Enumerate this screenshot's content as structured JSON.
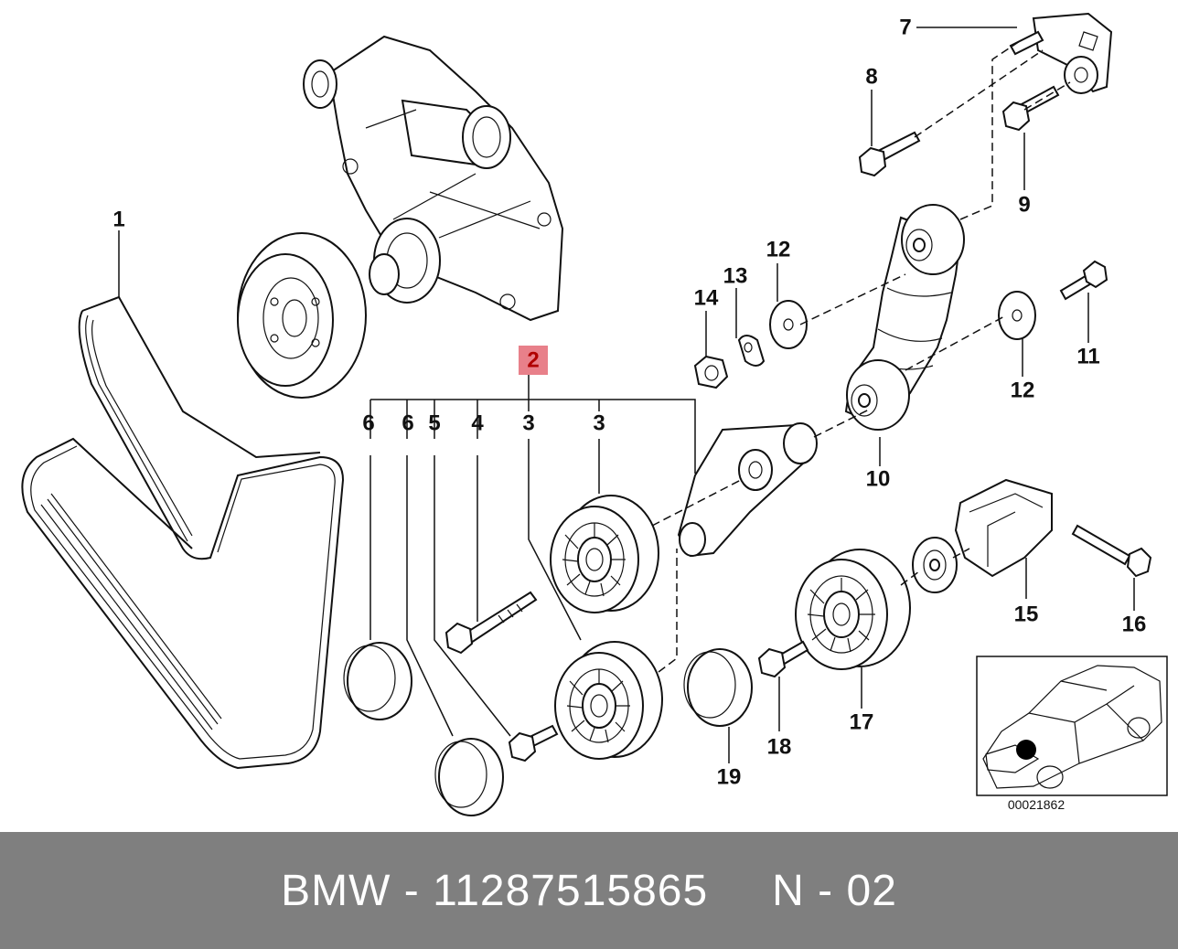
{
  "diagram": {
    "callouts": {
      "c1": "1",
      "c2": "2",
      "c3a": "3",
      "c3b": "3",
      "c4": "4",
      "c5": "5",
      "c6a": "6",
      "c6b": "6",
      "c7": "7",
      "c8": "8",
      "c9": "9",
      "c10": "10",
      "c11": "11",
      "c12a": "12",
      "c12b": "12",
      "c13": "13",
      "c14": "14",
      "c15": "15",
      "c16": "16",
      "c17": "17",
      "c18": "18",
      "c19": "19"
    },
    "highlighted_callout": "2",
    "highlight_color": "#e8808a",
    "drawing_number": "00021862"
  },
  "footer": {
    "brand": "BMW",
    "separator": " - ",
    "part_number": "11287515865",
    "page_code": "N - 02",
    "background": "#7f7f7f",
    "text_color": "#ffffff"
  }
}
